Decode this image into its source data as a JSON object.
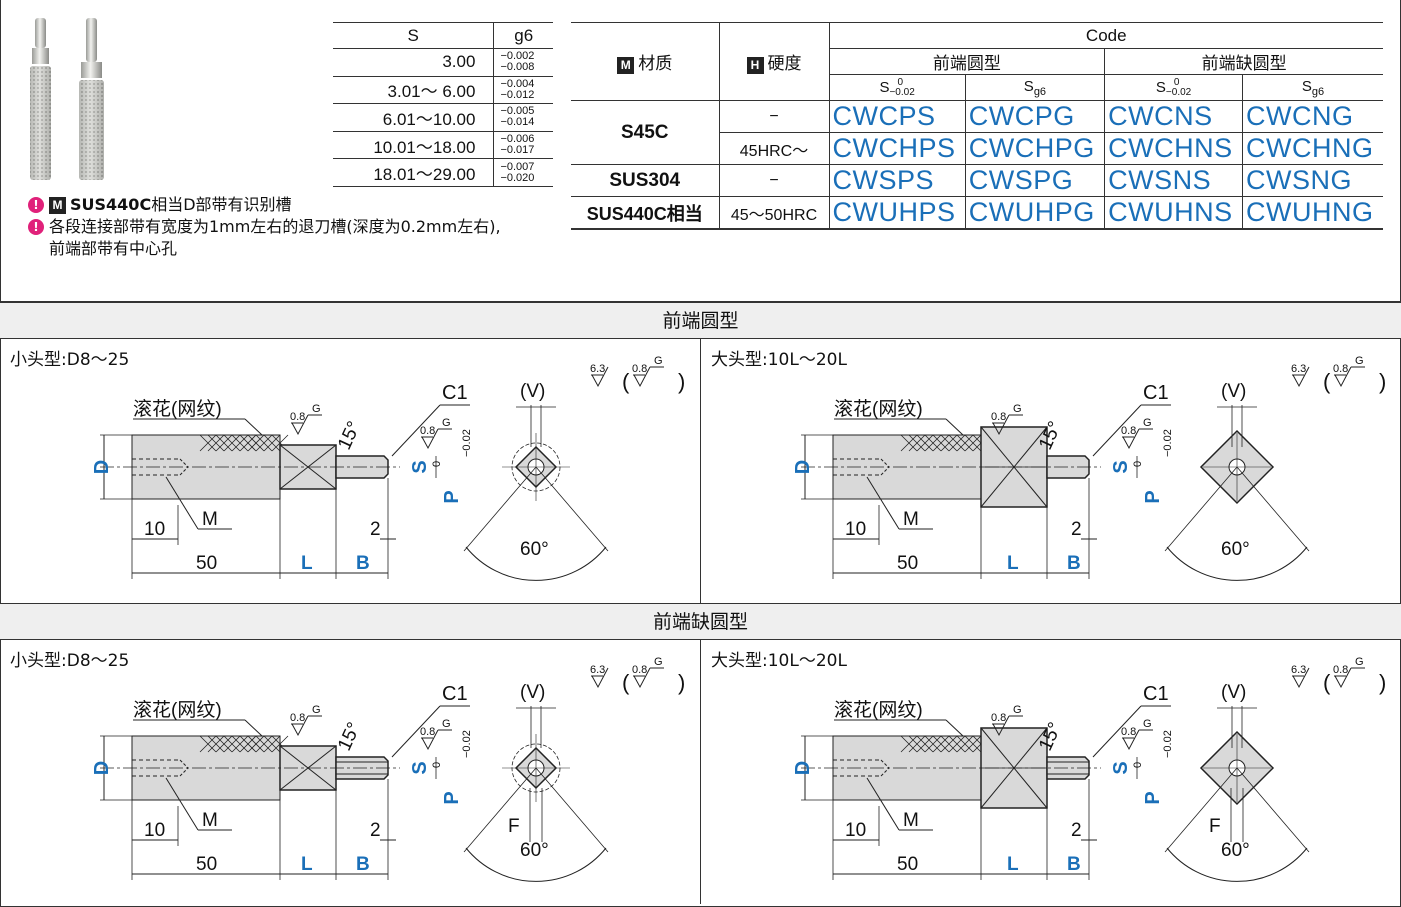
{
  "notes": {
    "note1_material": "SUS440C",
    "note1_text": "相当D部带有识别槽",
    "note2_line1": "各段连接部带有宽度为1mm左右的退刀槽(深度为0.2mm左右),",
    "note2_line2": "前端部带有中心孔",
    "m_badge": "M",
    "warn_icon": "!"
  },
  "tolerance_table": {
    "headers": [
      "S",
      "g6"
    ],
    "rows": [
      {
        "s": "3.00",
        "upper": "−0.002",
        "lower": "−0.008"
      },
      {
        "s": "3.01～ 6.00",
        "upper": "−0.004",
        "lower": "−0.012"
      },
      {
        "s": "6.01～10.00",
        "upper": "−0.005",
        "lower": "−0.014"
      },
      {
        "s": "10.01～18.00",
        "upper": "−0.006",
        "lower": "−0.017"
      },
      {
        "s": "18.01～29.00",
        "upper": "−0.007",
        "lower": "−0.020"
      }
    ]
  },
  "code_table": {
    "m_badge": "M",
    "h_badge": "H",
    "material_header": "材质",
    "hardness_header": "硬度",
    "code_header": "Code",
    "round_header": "前端圆型",
    "cut_header": "前端缺圆型",
    "sub_s": "S",
    "sub_s_upper": "0",
    "sub_s_lower": "−0.02",
    "sub_sg6": "S",
    "sub_sg6_suffix": "g6",
    "rows": [
      {
        "material": "S45C",
        "hardness": "−",
        "codes": [
          "CWCPS",
          "CWCPG",
          "CWCNS",
          "CWCNG"
        ]
      },
      {
        "material": "",
        "hardness": "45HRC～",
        "codes": [
          "CWCHPS",
          "CWCHPG",
          "CWCHNS",
          "CWCHNG"
        ]
      },
      {
        "material": "SUS304",
        "hardness": "−",
        "codes": [
          "CWSPS",
          "CWSPG",
          "CWSNS",
          "CWSNG"
        ]
      },
      {
        "material": "SUS440C相当",
        "hardness": "45～50HRC",
        "codes": [
          "CWUHPS",
          "CWUHPG",
          "CWUHNS",
          "CWUHNG"
        ]
      }
    ],
    "accent_color": "#1a6fb8"
  },
  "sections": {
    "round": "前端圆型",
    "cut": "前端缺圆型"
  },
  "panels": {
    "small": "小头型:D8～25",
    "large": "大头型:10L～20L"
  },
  "drawing_labels": {
    "knurl": "滚花(网纹)",
    "c1": "C1",
    "v": "(V)",
    "d": "D",
    "s": "S",
    "p": "P",
    "p_upper": "0",
    "p_lower": "−0.02",
    "m": "M",
    "ten": "10",
    "fifty": "50",
    "l": "L",
    "b": "B",
    "two": "2",
    "sixty": "60°",
    "fifteen": "15°",
    "f": "F",
    "rough_63": "6.3",
    "rough_08": "0.8",
    "g": "G"
  }
}
